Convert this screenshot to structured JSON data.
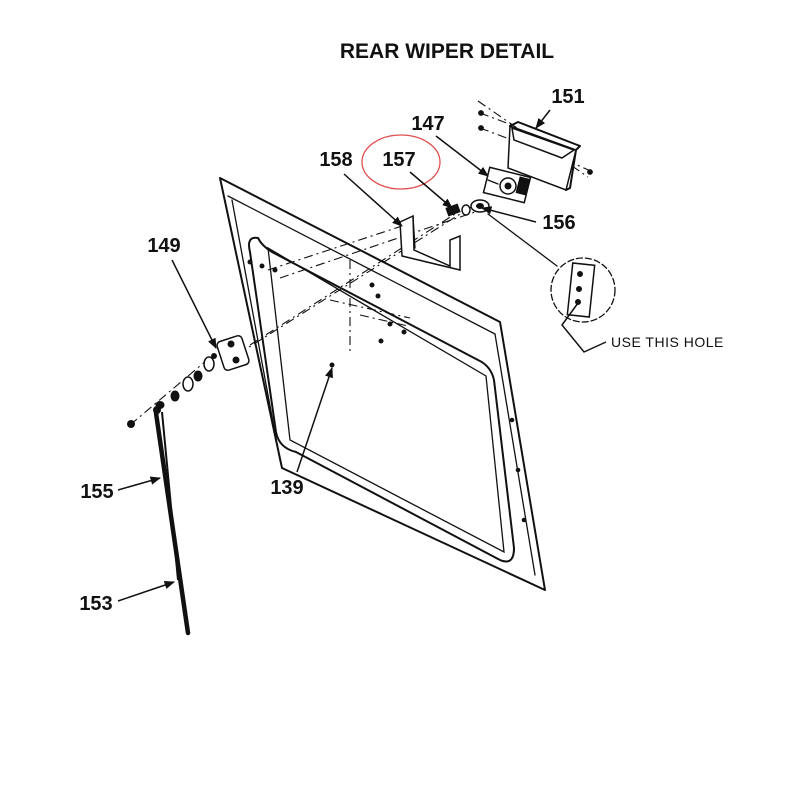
{
  "title": "REAR WIPER DETAIL",
  "callouts": {
    "c151": "151",
    "c147": "147",
    "c158": "158",
    "c157": "157",
    "c156": "156",
    "c149": "149",
    "c139": "139",
    "c155": "155",
    "c153": "153"
  },
  "note": "USE THIS HOLE",
  "highlight_color": "#e05050"
}
